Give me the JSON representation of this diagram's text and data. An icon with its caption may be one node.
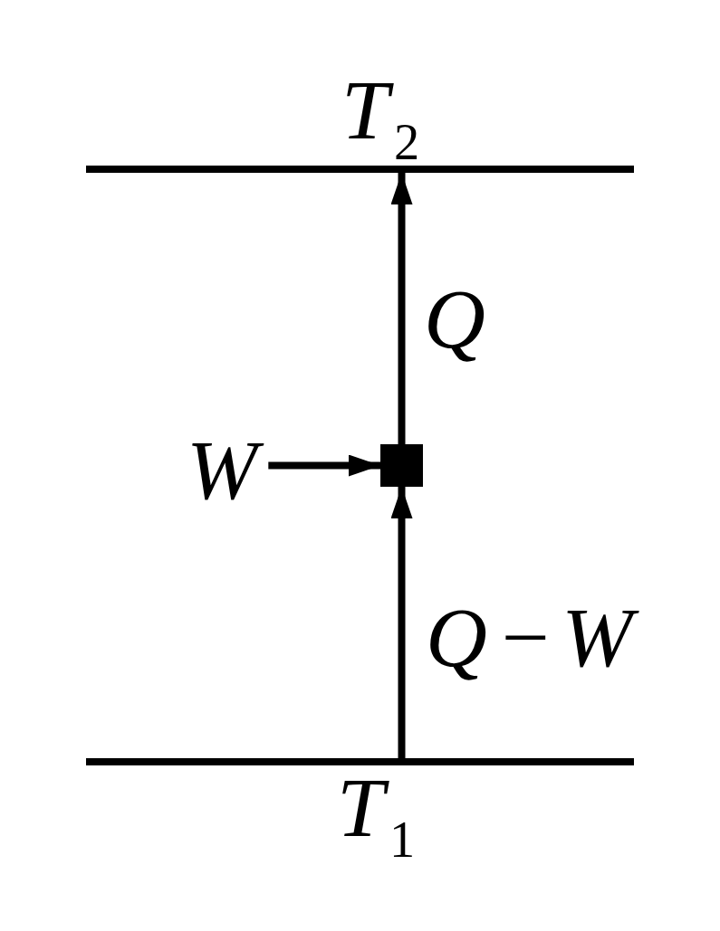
{
  "diagram": {
    "nodes": [
      {
        "text": [
          "*T*$_{2}$"
        ]
      },
      {
        "text": [
          "W"
        ]
      },
      {
        "text": [],
        "shape": "box"
      },
      {
        "text": [
          "*T*$_{1}$"
        ]
      }
    ],
    "edges": [
      {
        "from": 2,
        "to": 0,
        "arrow": "to",
        "label": "Q"
      },
      {
        "from": 1,
        "to": 2,
        "arrow": "to"
      },
      {
        "from": 3,
        "to": 2,
        "arrow": "to",
        "label": "Q − W"
      }
    ]
  }
}
